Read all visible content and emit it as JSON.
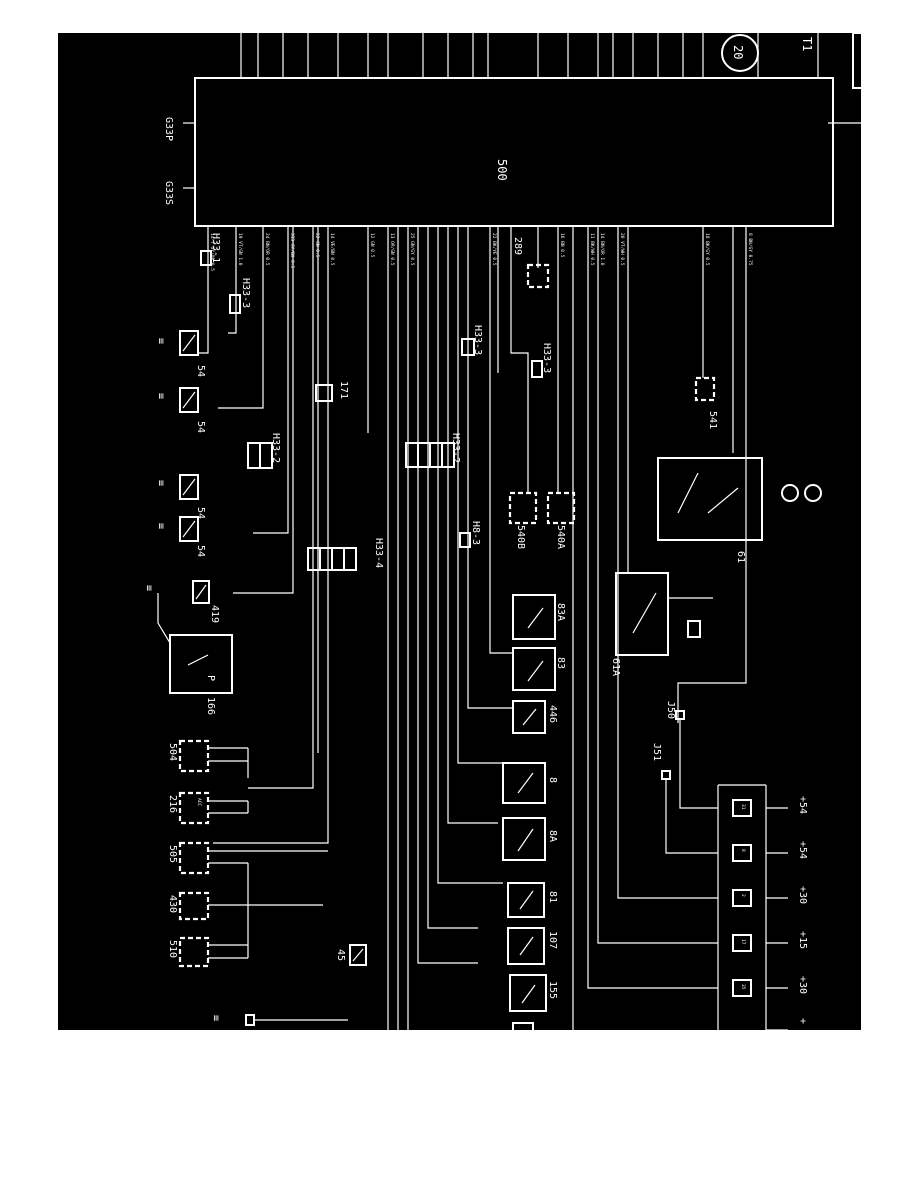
{
  "diagram": {
    "ecu_label": "500",
    "top_component": "20",
    "top_right_code": "T1",
    "grounds": {
      "g1": "G33P",
      "g2": "G33S"
    },
    "connectors": {
      "h33_1": "H33-1",
      "h33_3a": "H33-3",
      "h33_2a": "H33-2",
      "h33_4": "H33-4",
      "h33_3b": "H33-3",
      "h33_3c": "H33-3",
      "h33_2b": "H33-2",
      "h8_3": "H8-3"
    },
    "components": {
      "c54a": "54",
      "c54b": "54",
      "c54c": "54",
      "c54d": "54",
      "c419": "419",
      "c166": "166",
      "p_label": "P",
      "c171": "171",
      "c504": "504",
      "c216": "216",
      "c505": "505",
      "c430": "430",
      "c510": "510",
      "c45": "45",
      "c289": "289",
      "c541": "541",
      "c540a": "540A",
      "c540b": "540B",
      "c83a": "83A",
      "c83": "83",
      "c446": "446",
      "c8": "8",
      "c8a": "8A",
      "c81": "81",
      "c107": "107",
      "c155": "155",
      "c61a": "61A",
      "c61": "61",
      "j50": "J50",
      "j51": "J51",
      "acc_text": "ACC"
    },
    "fuses": [
      {
        "num": "31",
        "supply": "+54"
      },
      {
        "num": "8",
        "supply": "+54"
      },
      {
        "num": "2",
        "supply": "+30"
      },
      {
        "num": "17",
        "supply": "+15"
      },
      {
        "num": "35",
        "supply": "+30"
      },
      {
        "num": "",
        "supply": "+"
      }
    ],
    "wires_left": [
      "14-7 GY/OR 0.5",
      "19 VT/GN 1.0",
      "24 BN/OR 0.5",
      "313 GY/BK 0.5",
      "22 GN 0.5",
      "14 VE/BN 0.5",
      "12 GN 0.5",
      "13 OR/GN 0.5",
      "25 GN/GY 0.5"
    ],
    "wires_right": [
      "22 BK/YE 0.5",
      "16 BN 0.5",
      "11 BK/WH 0.5",
      "14 BN/OR 1.0",
      "20 VT/WH 0.5",
      "18 BK/GY 0.5",
      "8 BN/GY 0.75"
    ]
  }
}
